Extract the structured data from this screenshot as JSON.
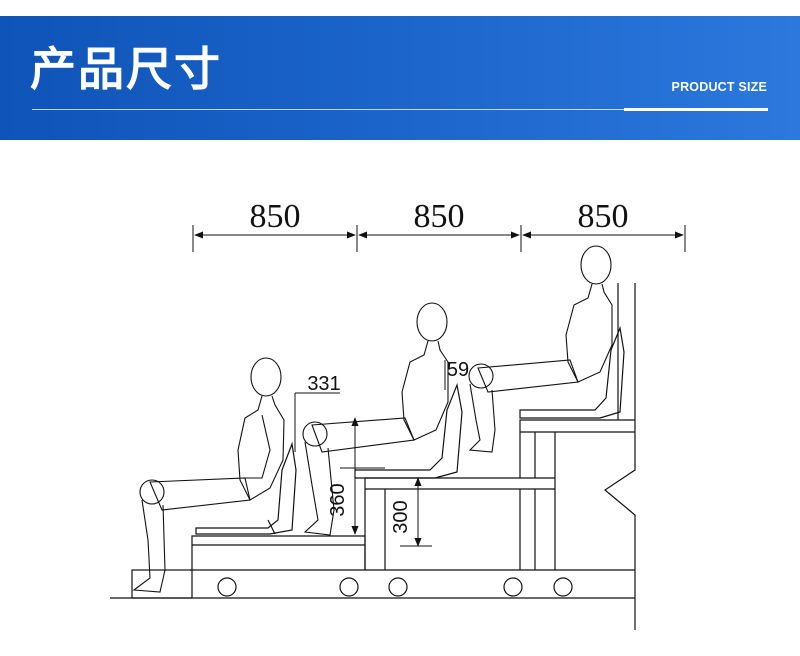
{
  "banner": {
    "title": "产品尺寸",
    "subtitle": "PRODUCT SIZE",
    "color_start": "#0f54b8",
    "color_end": "#2c78dd"
  },
  "dimensions": {
    "row_spacing": [
      "850",
      "850",
      "850"
    ],
    "seat_height_label": "360",
    "riser_label": "300",
    "backrest_clearance_label": "331",
    "second_offset_label": "59"
  }
}
